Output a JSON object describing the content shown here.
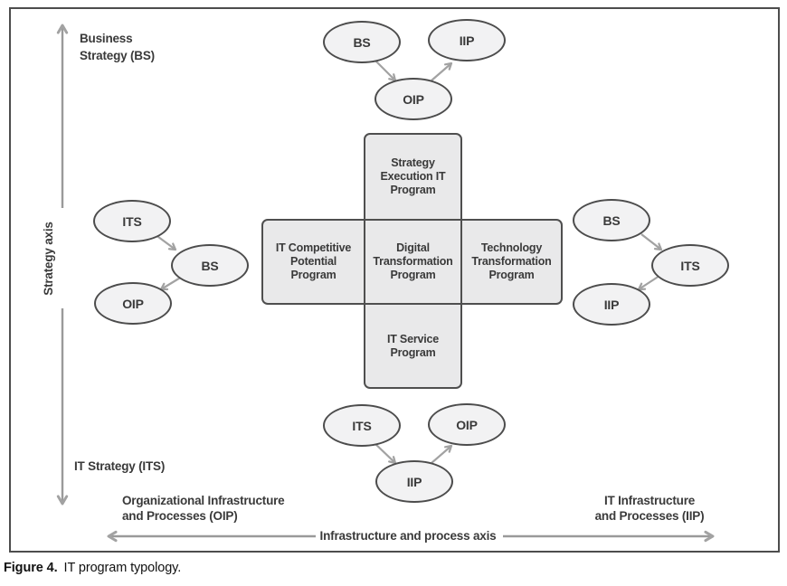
{
  "colors": {
    "node_fill": "#f2f2f3",
    "node_stroke": "#4c4c4c",
    "program_fill": "#e9e9ea",
    "program_stroke": "#4f4f4f",
    "arrow": "#a2a2a2",
    "axis": "#9a9a9a",
    "diagram_text": "#3a3a3a",
    "box_border": "#4d4d4d",
    "caption_text": "#111111"
  },
  "axes": {
    "vertical_axis_label": "Strategy axis",
    "horizontal_axis_label": "Infrastructure and process axis",
    "vertical_top_label": "Business\nStrategy (BS)",
    "vertical_bottom_label": "IT Strategy (ITS)",
    "horizontal_left_label": "Organizational Infrastructure\nand Processes (OIP)",
    "horizontal_right_label": "IT Infrastructure\nand Processes (IIP)"
  },
  "programs": {
    "strategy_execution": "Strategy\nExecution IT\nProgram",
    "it_competitive_potential": "IT Competitive\nPotential\nProgram",
    "digital_transformation": "Digital\nTransformation\nProgram",
    "technology_transformation": "Technology\nTransformation\nProgram",
    "it_service": "IT Service\nProgram"
  },
  "clusters": {
    "top": {
      "nodes": [
        "BS",
        "OIP",
        "IIP"
      ],
      "flows": [
        "BS → OIP",
        "OIP → IIP"
      ]
    },
    "left": {
      "nodes": [
        "ITS",
        "BS",
        "OIP"
      ],
      "flows": [
        "ITS → BS",
        "BS → OIP"
      ]
    },
    "right": {
      "nodes": [
        "BS",
        "ITS",
        "IIP"
      ],
      "flows": [
        "BS → ITS",
        "ITS → IIP"
      ]
    },
    "bottom": {
      "nodes": [
        "ITS",
        "IIP",
        "OIP"
      ],
      "flows": [
        "ITS → IIP",
        "IIP → OIP"
      ]
    }
  },
  "caption": {
    "label": "Figure 4.",
    "text": "IT program typology."
  }
}
